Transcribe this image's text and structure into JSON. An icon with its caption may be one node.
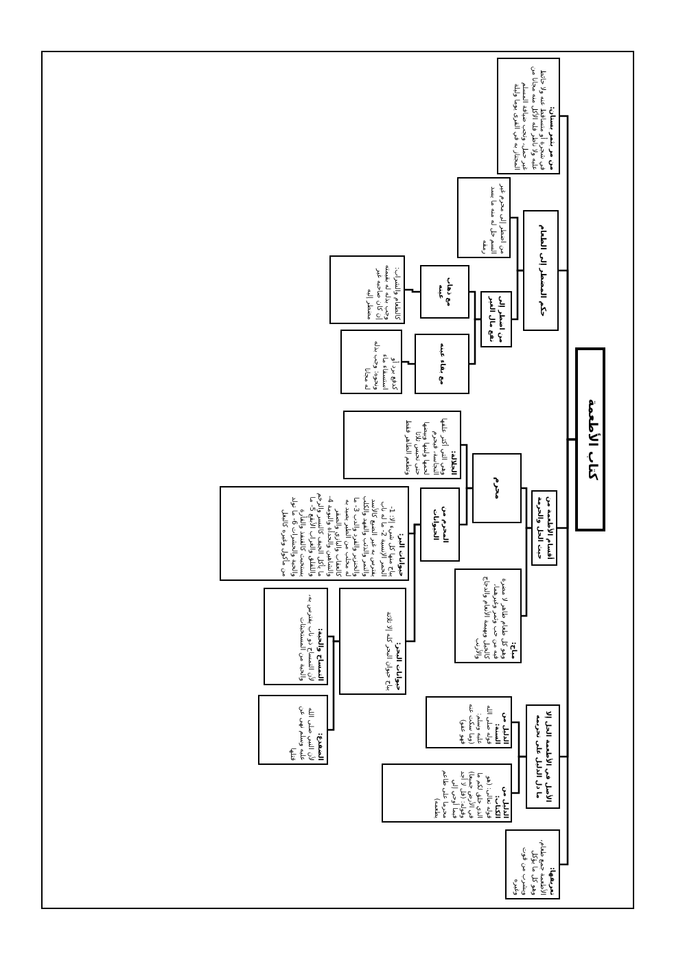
{
  "diagram": {
    "nodes": [
      {
        "text": [
          "كتاب الأطعمة"
        ]
      },
      {
        "text": [
          "تعريفها:",
          "الأطعمة جمع طعام، وهو كل ما يؤكل ويشرب من قوت وغيره"
        ]
      },
      {
        "text": [
          "الأصل في الأطعمة الحل إلا ما دل الدليل على تحريمه"
        ]
      },
      {
        "text": [
          "الدليل من الكتاب:",
          "قوله تعالى: (هو الذي خلق لكم ما في الأرض جميعا) وقوله: (قل لا أجد فيما أوحي إلي محرما على طاعم يطعمه)"
        ]
      },
      {
        "text": [
          "الدليل من السنة:",
          "قوله صلى الله عليه وسلم: (وما سكت عنه فهو عفو)"
        ]
      },
      {
        "text": [
          "أقسام الأطعمة من حيث الحل والحرمة"
        ]
      },
      {
        "text": [
          "مباح:",
          "وهو كل طعام طاهر لا مضرة فيه من حب وثمر وغيرهما، كالخيل وبهيمة الأنعام والدجاج والأرنب"
        ]
      },
      {
        "text": [
          "محرم"
        ]
      },
      {
        "text": [
          "المحرم من الحيوانات"
        ]
      },
      {
        "text": [
          "حيوانات البحر:",
          "يباح حيوان البحر كله إلا ثلاثة"
        ]
      },
      {
        "text": [
          "الضفدع:",
          "لأن النبي صلى الله عليه وسلم نهى عن قتلها"
        ]
      },
      {
        "text": [
          "التمساح والحية:",
          "لأن التمساح ذو ناب يفترس به، والحية من المستخبثات"
        ]
      },
      {
        "text": [
          "حيوانات البر:",
          "يباح منها كل شيء إلا: 1- الحمر الإنسية 2- ما له ناب يفترس به غير الضبع كالأسد والنمر والذئب والفهد والكلب والخنزير والقرد والدب 3- ما له مخلب من الطير يصيد به كالعقاب والبازي والصقر والشاهين والحدأة والبومة 4- ما يأكل الجيف كالنسر والرخم واللقلق والغراب الأبقع 5- ما يستخبث كالقنفذ والفأرة والحية والحشرات 6- ما تولد من مأكول وغيره كالبغل"
        ]
      },
      {
        "text": [
          "الجلالة:",
          "وهي التي أكثر علفها النجاسة، فيحرم لحمها ولبنها وبيضها حتى تحبس ثلاثا وتطعم الطاهر فقط"
        ]
      },
      {
        "text": [
          "حكم المضطر إلى الطعام"
        ]
      },
      {
        "text": [
          "من اضطر إلى نفع مال الغير"
        ]
      },
      {
        "text": [
          "مع بقاء عينه"
        ]
      },
      {
        "text": [
          "كدفع برد أو استسقاء ماء ونحوه: وجب بذله له مجانا"
        ]
      },
      {
        "text": [
          "مع ذهاب عينه"
        ]
      },
      {
        "text": [
          "كالطعام والشراب: وجب بذله له بقيمته إن كان صاحبه غير مضطر إليه"
        ]
      },
      {
        "text": [
          "من اضطر إلى محرم غير السم حل له منه ما يسد رمقه"
        ]
      },
      {
        "text": [
          "من مر بثمر بستان:",
          "في شجرة أو متساقط عنه ولا حائط عليه ولا ناظر فله الأكل منه مجانا من غير حمل، وتجب ضيافة المسلم المجتاز به في القرى يوما وليلة"
        ]
      }
    ],
    "edges": [
      {
        "from": 0,
        "to": 1,
        "arrow": "none"
      },
      {
        "from": 0,
        "to": 2,
        "arrow": "none"
      },
      {
        "from": 0,
        "to": 5,
        "arrow": "none"
      },
      {
        "from": 0,
        "to": 14,
        "arrow": "none"
      },
      {
        "from": 0,
        "to": 21,
        "arrow": "none"
      },
      {
        "from": 2,
        "to": 3,
        "arrow": "none"
      },
      {
        "from": 2,
        "to": 4,
        "arrow": "none"
      },
      {
        "from": 5,
        "to": 6,
        "arrow": "none"
      },
      {
        "from": 5,
        "to": 7,
        "arrow": "none"
      },
      {
        "from": 7,
        "to": 8,
        "arrow": "none"
      },
      {
        "from": 7,
        "to": 13,
        "arrow": "none"
      },
      {
        "from": 8,
        "to": 9,
        "arrow": "none"
      },
      {
        "from": 8,
        "to": 12,
        "arrow": "none"
      },
      {
        "from": 9,
        "to": 10,
        "arrow": "none"
      },
      {
        "from": 9,
        "to": 11,
        "arrow": "none"
      },
      {
        "from": 14,
        "to": 15,
        "arrow": "none"
      },
      {
        "from": 14,
        "to": 20,
        "arrow": "none"
      },
      {
        "from": 15,
        "to": 16,
        "arrow": "none"
      },
      {
        "from": 15,
        "to": 18,
        "arrow": "none"
      },
      {
        "from": 16,
        "to": 17,
        "arrow": "none"
      },
      {
        "from": 18,
        "to": 19,
        "arrow": "none"
      }
    ]
  }
}
